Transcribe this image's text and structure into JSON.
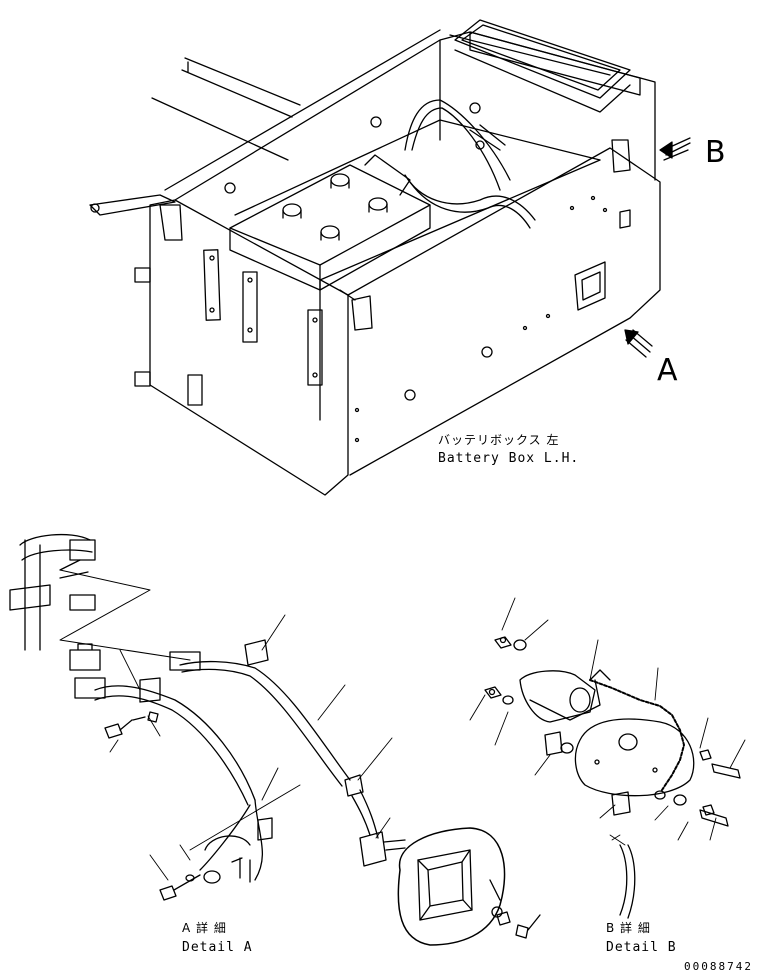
{
  "view_labels": {
    "a": "A",
    "b": "B"
  },
  "battery_box": {
    "jp": "バッテリボックス 左",
    "en": "Battery Box L.H."
  },
  "detail_a": {
    "jp": "A 詳 細",
    "en": "Detail A"
  },
  "detail_b": {
    "jp": "B 詳 細",
    "en": "Detail B"
  },
  "drawing_number": "00088742"
}
